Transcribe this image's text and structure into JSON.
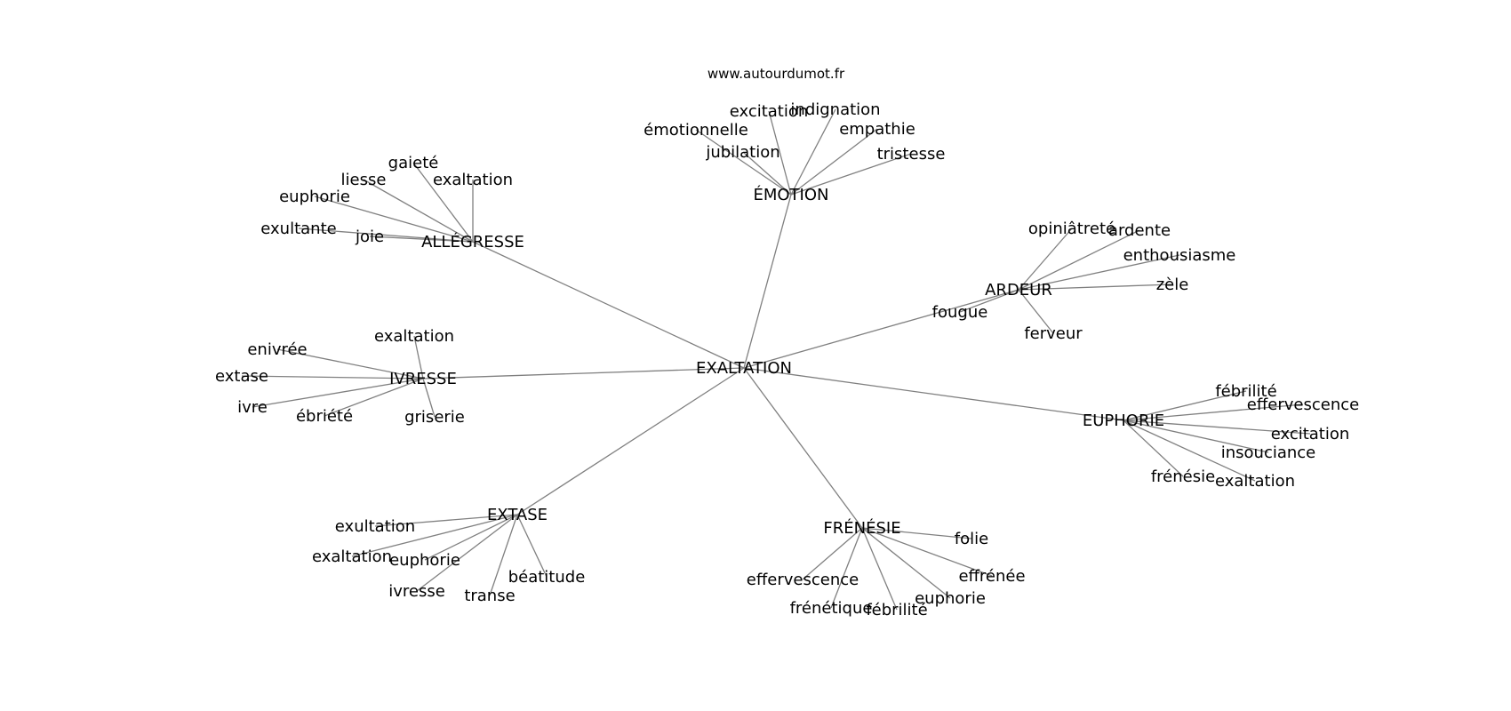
{
  "watermark": "www.autourdumot.fr",
  "graph": {
    "center": "EXALTATION",
    "hubs": [
      {
        "id": "emotion",
        "label": "ÉMOTION",
        "leaves": [
          "excitation",
          "indignation",
          "émotionnelle",
          "empathie",
          "jubilation",
          "tristesse"
        ]
      },
      {
        "id": "allegresse",
        "label": "ALLÉGRESSE",
        "leaves": [
          "gaieté",
          "liesse",
          "exaltation",
          "euphorie",
          "exultante",
          "joie"
        ]
      },
      {
        "id": "ardeur",
        "label": "ARDEUR",
        "leaves": [
          "opiniâtreté",
          "ardente",
          "enthousiasme",
          "zèle",
          "fougue",
          "ferveur"
        ]
      },
      {
        "id": "ivresse",
        "label": "IVRESSE",
        "leaves": [
          "exaltation",
          "enivrée",
          "extase",
          "ivre",
          "ébriété",
          "griserie"
        ]
      },
      {
        "id": "euphorie",
        "label": "EUPHORIE",
        "leaves": [
          "fébrilité",
          "effervescence",
          "excitation",
          "insouciance",
          "frénésie",
          "exaltation"
        ]
      },
      {
        "id": "extase",
        "label": "EXTASE",
        "leaves": [
          "exultation",
          "exaltation",
          "euphorie",
          "béatitude",
          "ivresse",
          "transe"
        ]
      },
      {
        "id": "frenesie",
        "label": "FRÉNÉSIE",
        "leaves": [
          "folie",
          "effervescence",
          "effrénée",
          "euphorie",
          "frénétique",
          "fébrilité"
        ]
      }
    ]
  }
}
